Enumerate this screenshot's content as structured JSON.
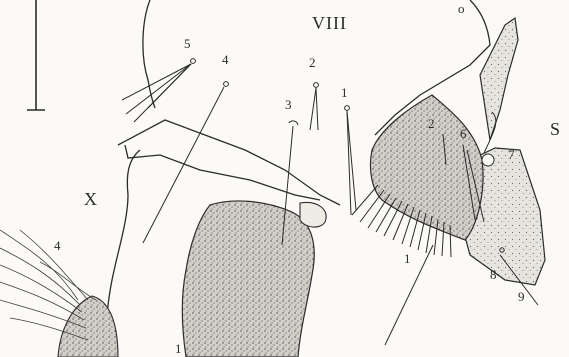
{
  "figure": {
    "segment_labels": {
      "viii": "VIII",
      "x": "X",
      "s": "S"
    },
    "setae_labels": {
      "top_o": "o",
      "s1": "1",
      "s2": "2",
      "s3": "3",
      "s4": "4",
      "s5": "5",
      "lobe2": "2",
      "s6": "6",
      "s7": "7",
      "pointer1": "1",
      "s8": "8",
      "s9": "9",
      "x4": "4",
      "plate1": "1"
    },
    "colors": {
      "ink": "#2b2b2b",
      "paper": "#fbfaf7",
      "stipple": "#6b6b6b"
    }
  }
}
